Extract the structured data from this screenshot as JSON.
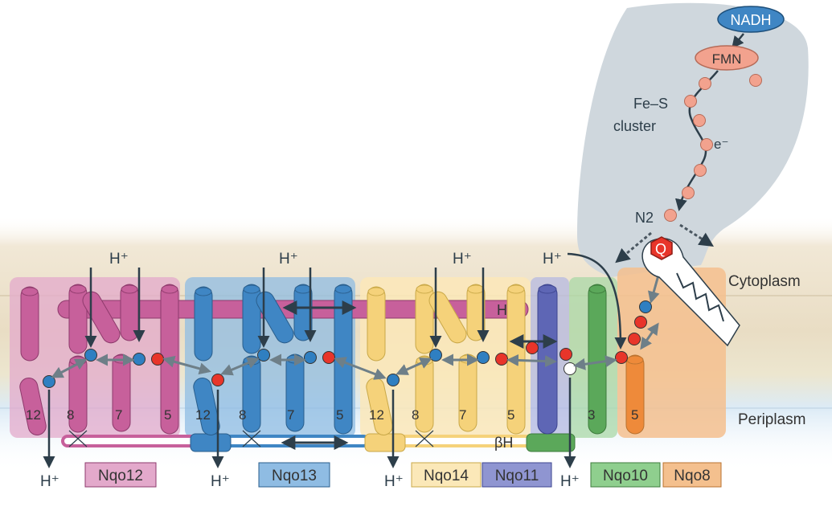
{
  "labels": {
    "nadh": "NADH",
    "fmn": "FMN",
    "fes_line1": "Fe–S",
    "fes_line2": "cluster",
    "electron": "e⁻",
    "n2": "N2",
    "quinone": "Q",
    "hl": "HL",
    "beta_h": "βH",
    "cytoplasm": "Cytoplasm",
    "periplasm": "Periplasm",
    "proton": "H⁺"
  },
  "helix_numbers": {
    "nqo12": [
      "12",
      "8",
      "7",
      "5"
    ],
    "nqo13": [
      "12",
      "8",
      "7",
      "5"
    ],
    "nqo14": [
      "12",
      "8",
      "7",
      "5"
    ],
    "nqo10": "3",
    "nqo8": "5"
  },
  "subunits": [
    {
      "name": "Nqo12",
      "color": "#c7609b",
      "fill": "#e3a9cb"
    },
    {
      "name": "Nqo13",
      "color": "#3f86c4",
      "fill": "#8fbce3"
    },
    {
      "name": "Nqo14",
      "color": "#f5d27a",
      "fill": "#fbe8b8"
    },
    {
      "name": "Nqo11",
      "color": "#5e66b5",
      "fill": "#8f95d1"
    },
    {
      "name": "Nqo10",
      "color": "#5ba85a",
      "fill": "#8fcf8e"
    },
    {
      "name": "Nqo8",
      "color": "#ee8a3a",
      "fill": "#f4c08e"
    }
  ],
  "colors": {
    "hydrophilic_arm": "#cfd7dd",
    "cytoplasm_band": "#efe4d0",
    "periplasm_band": "#dcecf7",
    "fes_cluster": "#f2a28e",
    "charged_negative": "#e8352a",
    "charged_positive": "#2f7fc1",
    "arrow_dark": "#2d3e4a",
    "arrow_gray": "#6e7f88"
  }
}
